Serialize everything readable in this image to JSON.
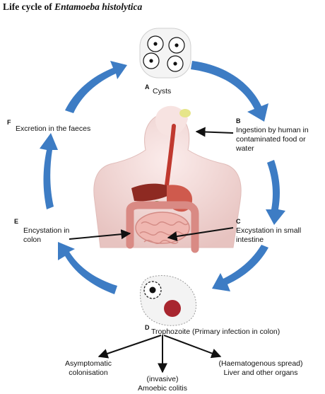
{
  "title": {
    "prefix": "Life cycle of ",
    "organism": "Entamoeba histolytica"
  },
  "stages": {
    "a": {
      "letter": "A",
      "label": "Cysts"
    },
    "b": {
      "letter": "B",
      "label": "Ingestion by human in contaminated food or water"
    },
    "c": {
      "letter": "C",
      "label": "Excystation in small intestine"
    },
    "d": {
      "letter": "D",
      "label": "Trophozoite (Primary infection in colon)"
    },
    "e": {
      "letter": "E",
      "label": "Encystation in colon"
    },
    "f": {
      "letter": "F",
      "label": "Excretion in the faeces"
    }
  },
  "outcomes": {
    "left": "Asymptomatic colonisation",
    "middle_1": "(invasive)",
    "middle_2": "Amoebic colitis",
    "right_1": "(Haematogenous spread)",
    "right_2": "Liver and other organs"
  },
  "colors": {
    "cycle_arrow": "#3d7cc4",
    "pointer_arrow": "#111111",
    "body": "#f3d9d6",
    "organ_red": "#b8332b"
  }
}
